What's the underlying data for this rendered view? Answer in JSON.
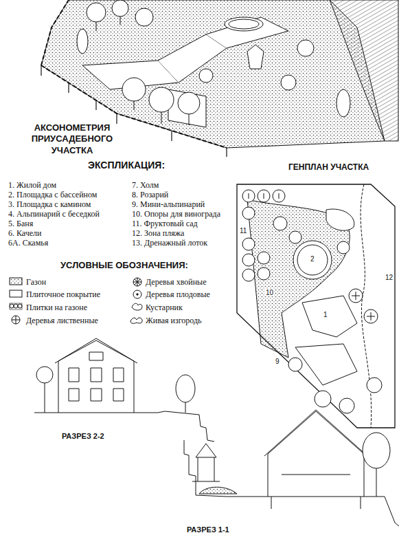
{
  "diagram": {
    "labels": [
      "АКСОНОМЕТРИЯ ПРИУСАДЕБНОГО УЧАСТКА",
      "ЭКСПЛИКАЦИЯ:",
      "1. Жилой дом",
      "2. Площадка с бассейном",
      "3. Площадка с камином",
      "4. Альпинарий с беседкой",
      "5. Баня",
      "6. Качели",
      "6А. Скамья",
      "7. Холм",
      "8. Розарий",
      "9. Мини-альпинарий",
      "10. Опоры для винограда",
      "11. Фруктовый сад",
      "12. Зона пляжа",
      "13. Дренажный лоток",
      "ГЕНПЛАН УЧАСТКА",
      "УСЛОВНЫЕ ОБОЗНАЧЕНИЯ:",
      "11",
      "12",
      "2",
      "1",
      "10",
      "9",
      "РАЗРЕЗ 2-2",
      "РАЗРЕЗ 1-1"
    ],
    "legend": [
      {
        "text": "Газон"
      },
      {
        "text": "Плиточное покрытие"
      },
      {
        "text": "Плитки на газоне"
      },
      {
        "text": "Деревья лиственные"
      },
      {
        "text": "Деревья хвойные"
      },
      {
        "text": "Деревья плодовые"
      },
      {
        "text": "Кустарник"
      },
      {
        "text": "Живая изгородь"
      }
    ]
  }
}
